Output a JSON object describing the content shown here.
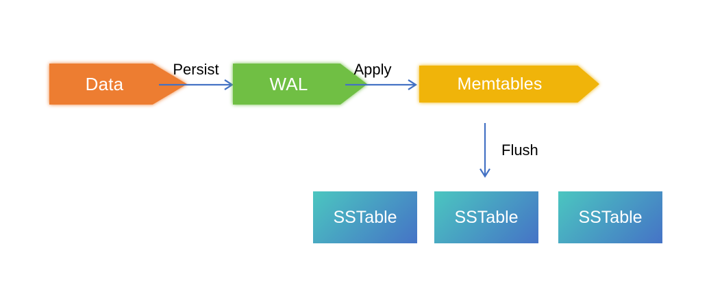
{
  "diagram": {
    "type": "flow-diagram",
    "nodes": {
      "data": {
        "label": "Data",
        "shape": "pentagon-arrow"
      },
      "wal": {
        "label": "WAL",
        "shape": "pentagon-arrow"
      },
      "memtables": {
        "label": "Memtables",
        "shape": "pentagon-arrow"
      },
      "sstables": [
        {
          "label": "SSTable"
        },
        {
          "label": "SSTable"
        },
        {
          "label": "SSTable"
        }
      ]
    },
    "edges": {
      "persist": {
        "label": "Persist",
        "from": "data",
        "to": "wal",
        "direction": "right"
      },
      "apply": {
        "label": "Apply",
        "from": "wal",
        "to": "memtables",
        "direction": "right"
      },
      "flush": {
        "label": "Flush",
        "from": "memtables",
        "to": "sstables",
        "direction": "down"
      }
    }
  },
  "colors": {
    "background": "#ffffff",
    "data_node": "#ED7D31",
    "wal_node": "#70BF44",
    "memtables_node": "#F0B40A",
    "sstable_gradient_from": "#4BC6C0",
    "sstable_gradient_to": "#4573C6",
    "arrow": "#4472C4",
    "node_text": "#ffffff",
    "edge_label_text": "#000000"
  }
}
